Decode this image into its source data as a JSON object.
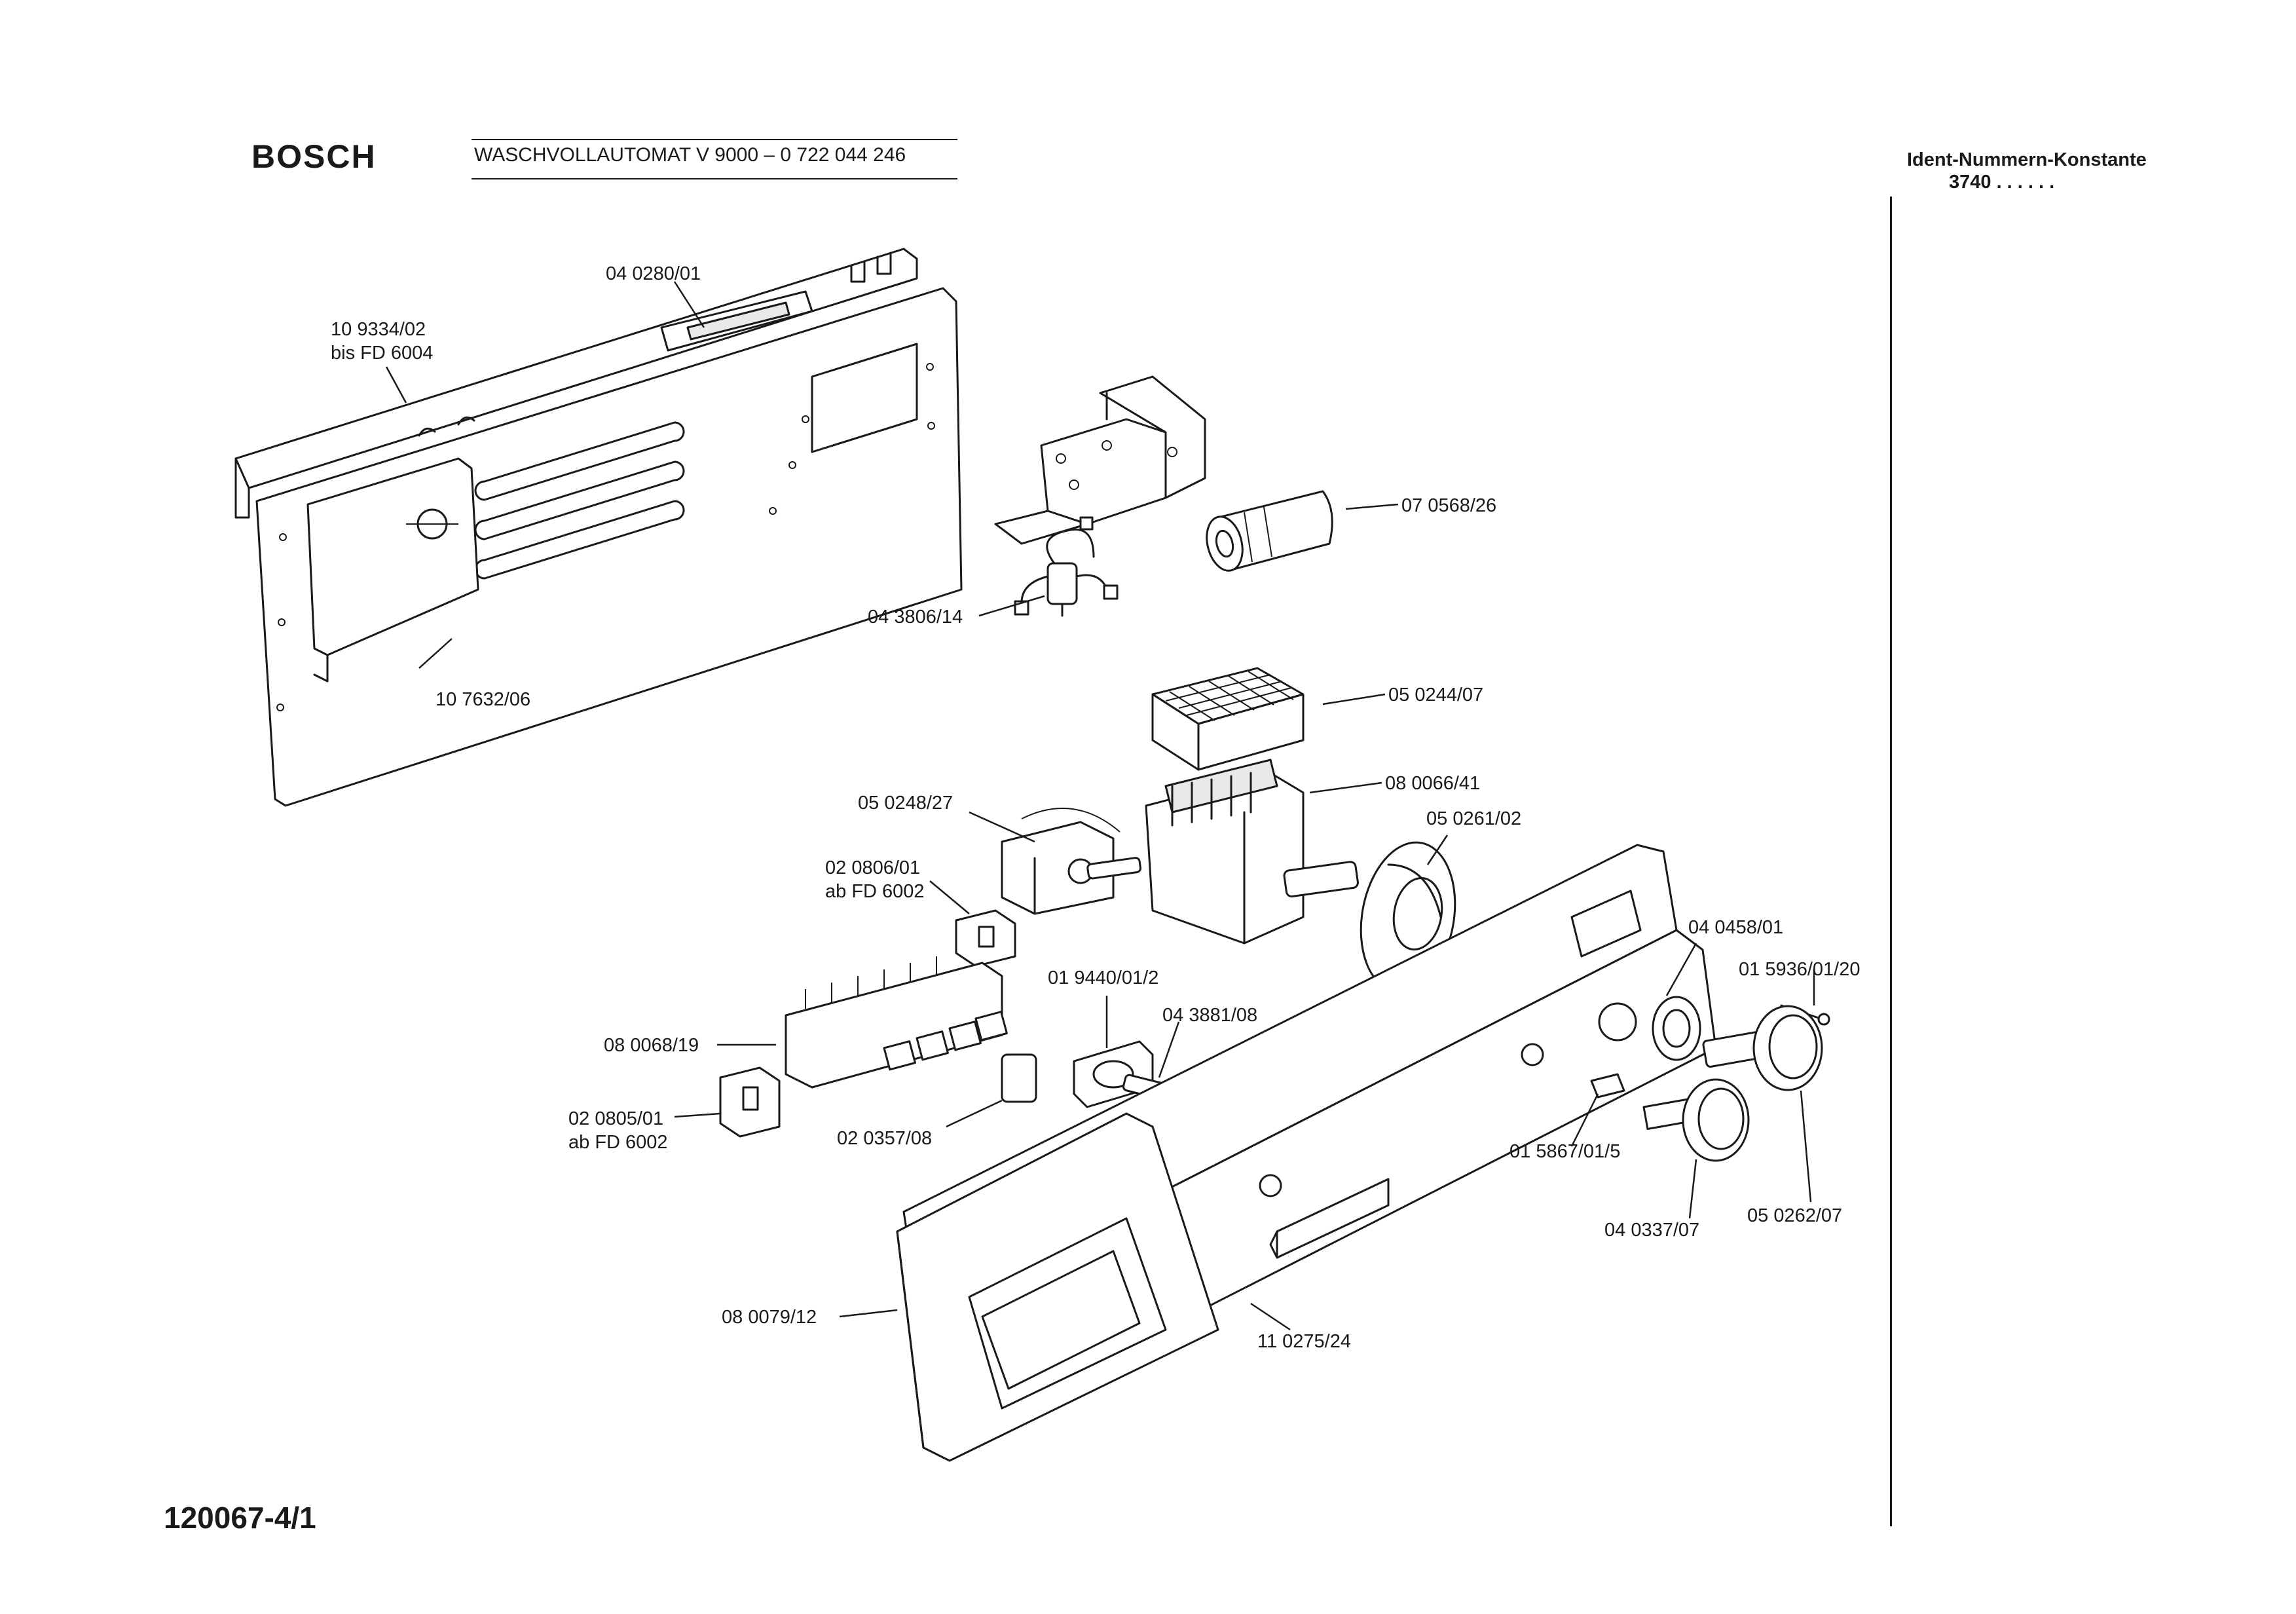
{
  "header": {
    "brand": "BOSCH",
    "title": "WASCHVOLLAUTOMAT  V 9000  – 0 722 044 246",
    "ident_label": "Ident-Nummern-Konstante",
    "ident_value": "3740  . .   . . . ."
  },
  "footer": {
    "drawing_number": "120067-4/1"
  },
  "parts": [
    {
      "id": "p1",
      "lines": [
        "04 0280/01"
      ]
    },
    {
      "id": "p2",
      "lines": [
        "10 9334/02",
        "bis FD 6004"
      ]
    },
    {
      "id": "p3",
      "lines": [
        "07 0568/26"
      ]
    },
    {
      "id": "p4",
      "lines": [
        "04 3806/14"
      ]
    },
    {
      "id": "p5",
      "lines": [
        "10 7632/06"
      ]
    },
    {
      "id": "p6",
      "lines": [
        "05 0244/07"
      ]
    },
    {
      "id": "p7",
      "lines": [
        "08 0066/41"
      ]
    },
    {
      "id": "p8",
      "lines": [
        "05 0248/27"
      ]
    },
    {
      "id": "p9",
      "lines": [
        "05 0261/02"
      ]
    },
    {
      "id": "p10",
      "lines": [
        "02 0806/01",
        "ab FD 6002"
      ]
    },
    {
      "id": "p11",
      "lines": [
        "04 0458/01"
      ]
    },
    {
      "id": "p12",
      "lines": [
        "01 5936/01/20"
      ]
    },
    {
      "id": "p13",
      "lines": [
        "01 9440/01/2"
      ]
    },
    {
      "id": "p14",
      "lines": [
        "04 3881/08"
      ]
    },
    {
      "id": "p15",
      "lines": [
        "08 0068/19"
      ]
    },
    {
      "id": "p16",
      "lines": [
        "02 0805/01",
        "ab FD 6002"
      ]
    },
    {
      "id": "p17",
      "lines": [
        "02 0357/08"
      ]
    },
    {
      "id": "p18",
      "lines": [
        "01 5867/01/5"
      ]
    },
    {
      "id": "p19",
      "lines": [
        "04 0337/07"
      ]
    },
    {
      "id": "p20",
      "lines": [
        "05 0262/07"
      ]
    },
    {
      "id": "p21",
      "lines": [
        "08 0079/12"
      ]
    },
    {
      "id": "p22",
      "lines": [
        "11 0275/24"
      ]
    }
  ]
}
